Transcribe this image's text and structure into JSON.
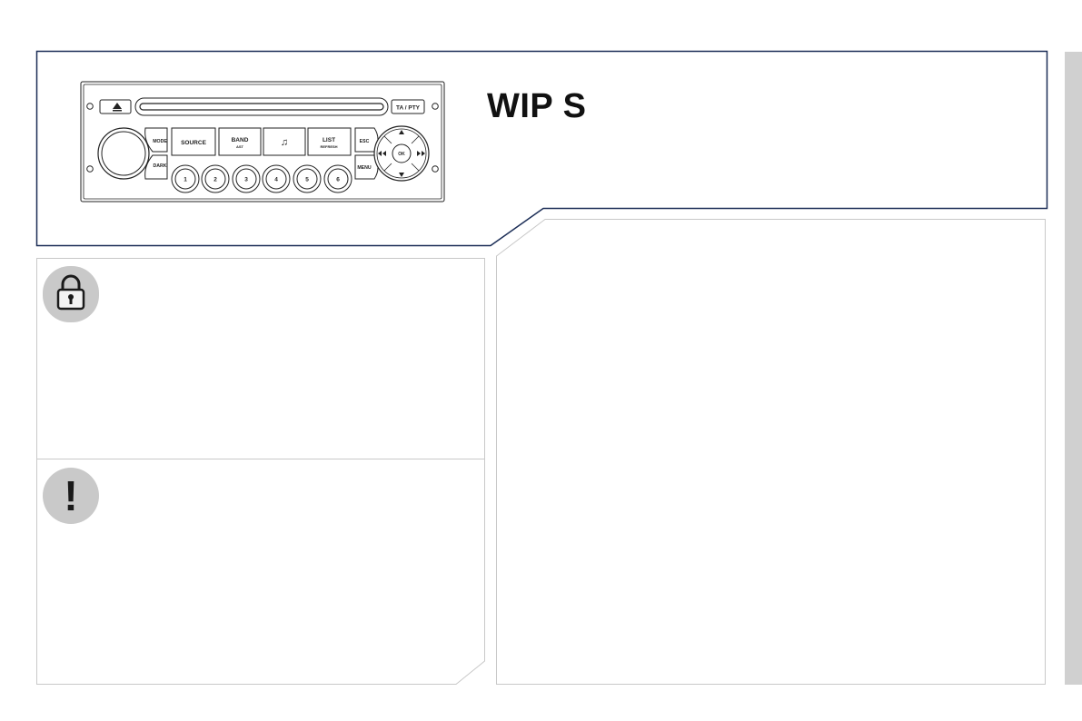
{
  "page": {
    "title": "WIP S"
  },
  "radio": {
    "ta_pty": "TA / PTY",
    "mode": "MODE",
    "dark": "DARK",
    "source": "SOURCE",
    "band": "BAND",
    "band_sub": "AST",
    "music_note": "♫",
    "list": "LIST",
    "list_sub": "REFRESH",
    "esc": "ESC",
    "menu": "MENU",
    "ok": "OK",
    "presets": [
      "1",
      "2",
      "3",
      "4",
      "5",
      "6"
    ]
  },
  "icons": {
    "lock": "padlock-icon",
    "warning": "exclamation-icon"
  },
  "colors": {
    "frame_navy": "#1c2e57",
    "panel_border": "#c8c8c8",
    "tile_gray": "#c9c9c9",
    "sidebar_gray": "#d0d0d0"
  }
}
